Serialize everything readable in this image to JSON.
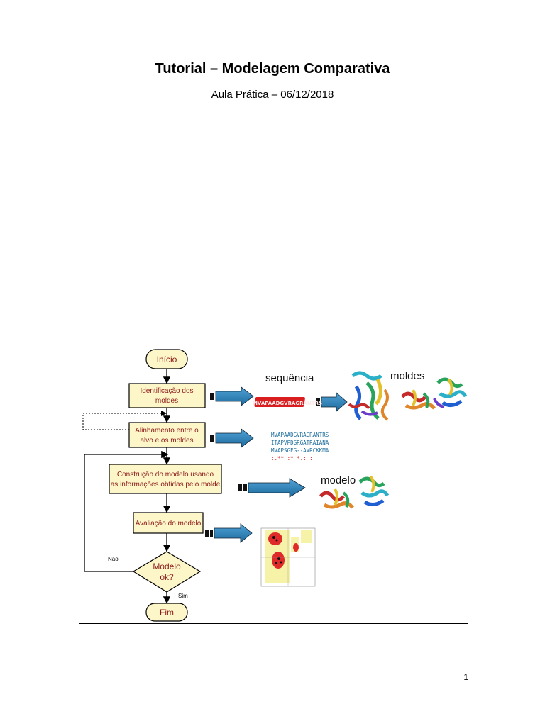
{
  "document": {
    "title": "Tutorial – Modelagem Comparativa",
    "subtitle": "Aula Prática – 06/12/2018",
    "page_number": "1"
  },
  "flowchart": {
    "start": "Início",
    "step1": [
      "Identificação dos",
      "moldes"
    ],
    "step2": [
      "Alinhamento entre o",
      "alvo e os moldes"
    ],
    "step3": [
      "Construção do modelo usando",
      "as informações obtidas pelo molde"
    ],
    "step4": "Avaliação do modelo",
    "decision": [
      "Modelo",
      "ok?"
    ],
    "no_label": "Não",
    "yes_label": "Sim",
    "end": "Fim"
  },
  "illustrations": {
    "sequence_label": "sequência",
    "templates_label": "moldes",
    "model_label": "modelo",
    "sequence_graphic_text": "MVAPAADGVRAGRANTRS",
    "alignment": {
      "rows": [
        "MVAPAADGVRAGRANTRS",
        "ITAPVPDGRGATRAIANA",
        "MVAPSGEG--AVRCKKMA",
        ":.** :* *.: :"
      ]
    },
    "colors": {
      "arrow_fill": "#2a7fb8",
      "box_fill": "#fdf6c8",
      "box_text": "#8b1a1a"
    }
  }
}
